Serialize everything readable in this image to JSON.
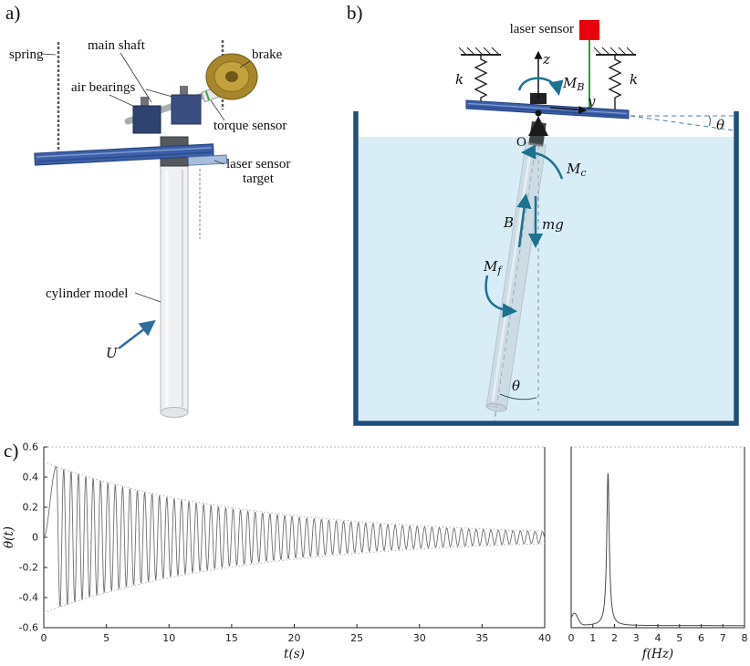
{
  "panels": {
    "a": "a)",
    "b": "b)",
    "c": "c)"
  },
  "panel_a": {
    "labels": {
      "spring": "spring",
      "main_shaft": "main shaft",
      "brake": "brake",
      "air_bearings": "air bearings",
      "torque_sensor": "torque sensor",
      "laser_target_1": "laser sensor",
      "laser_target_2": "target",
      "cylinder_model": "cylinder model",
      "flow": "U"
    },
    "colors": {
      "flow_arrow": "#2e6da4",
      "brake_gold": "#a8862c",
      "rail_blue": "#3c5fa8"
    }
  },
  "panel_b": {
    "labels": {
      "laser_sensor": "laser sensor",
      "k_left": "k",
      "k_right": "k",
      "z_axis": "z",
      "y_axis": "y",
      "origin": "O",
      "theta_top": "θ",
      "theta_bottom": "θ",
      "buoyancy": "B",
      "weight": "mg",
      "M_B_base": "M",
      "M_B_sub": "B",
      "M_c_base": "M",
      "M_c_sub": "c",
      "M_f_base": "M",
      "M_f_sub": "f"
    },
    "colors": {
      "water": "#d9edf7",
      "tank_wall": "#1f4e79",
      "moment_arrow": "#1b7390",
      "laser_sensor_red": "#e8000b",
      "laser_beam_green": "#2f9e3f"
    }
  },
  "chart_data": [
    {
      "type": "line",
      "name": "decay-time-series",
      "title": "",
      "xlabel": "t(s)",
      "ylabel": "θ(t)",
      "xlim": [
        0,
        40
      ],
      "ylim": [
        -0.6,
        0.6
      ],
      "xticks": [
        0,
        5,
        10,
        15,
        20,
        25,
        30,
        35,
        40
      ],
      "yticks": [
        -0.6,
        -0.4,
        -0.2,
        0,
        0.2,
        0.4,
        0.6
      ],
      "grid": false,
      "legend": false,
      "series": [
        {
          "name": "theta_t",
          "model": "damped_cosine",
          "amplitude": 0.47,
          "decay_rate": 0.065,
          "frequency_hz": 1.7,
          "release_time_s": 1.0,
          "color": "#6e6e6e"
        }
      ],
      "envelope": {
        "shown": true,
        "amplitude": 0.5,
        "decay_rate": 0.062,
        "style": "dotted",
        "color": "#b0b0b0"
      }
    },
    {
      "type": "line",
      "name": "frequency-spectrum",
      "title": "",
      "xlabel": "f(Hz)",
      "ylabel": "",
      "xlim": [
        0,
        8
      ],
      "xticks": [
        0,
        1,
        2,
        3,
        4,
        5,
        6,
        7,
        8
      ],
      "grid": false,
      "legend": false,
      "series": [
        {
          "name": "spectrum",
          "model": "lorentzian_peak",
          "peak_frequency_hz": 1.7,
          "peak_half_width_hz": 0.07,
          "peak_height_norm": 0.88,
          "low_freq_bump_height_norm": 0.07,
          "baseline_norm": 0.012,
          "color": "#4a4a4a"
        }
      ]
    }
  ]
}
